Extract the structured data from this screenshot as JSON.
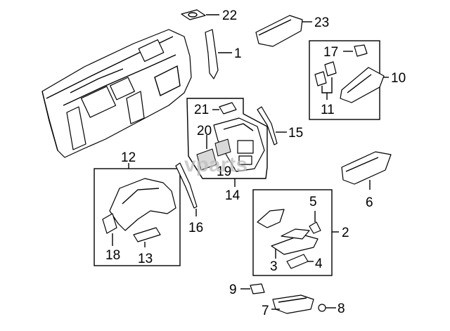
{
  "callouts": {
    "c1": "1",
    "c2": "2",
    "c3": "3",
    "c4": "4",
    "c5": "5",
    "c6": "6",
    "c7": "7",
    "c8": "8",
    "c9": "9",
    "c10": "10",
    "c11": "11",
    "c12": "12",
    "c13": "13",
    "c14": "14",
    "c15": "15",
    "c16": "16",
    "c17": "17",
    "c18": "18",
    "c19": "19",
    "c20": "20",
    "c21": "21",
    "c22": "22",
    "c23": "23"
  },
  "watermark": {
    "text": "vparts"
  },
  "colors": {
    "line": "#000000",
    "background": "#ffffff",
    "shade": "#d9d9d9",
    "watermark": "#bdbdbd"
  }
}
